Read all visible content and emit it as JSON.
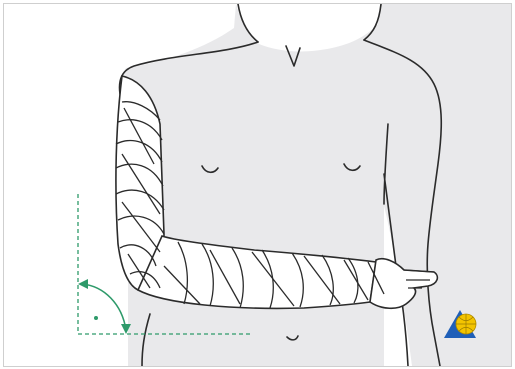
{
  "figure": {
    "subject": "torso-with-bandaged-right-arm",
    "colors": {
      "skin": "#e9e9eb",
      "line": "#2b2b2b",
      "bandage": "#ffffff",
      "angle_guide": "#2e9a6a",
      "logo_blue": "#1f5fb8",
      "logo_yellow": "#f3c400"
    },
    "elbow_angle_marker": {
      "shown": true,
      "kind": "right-angle"
    },
    "logo": {
      "shown": true,
      "position_word": "bottom-right"
    }
  }
}
